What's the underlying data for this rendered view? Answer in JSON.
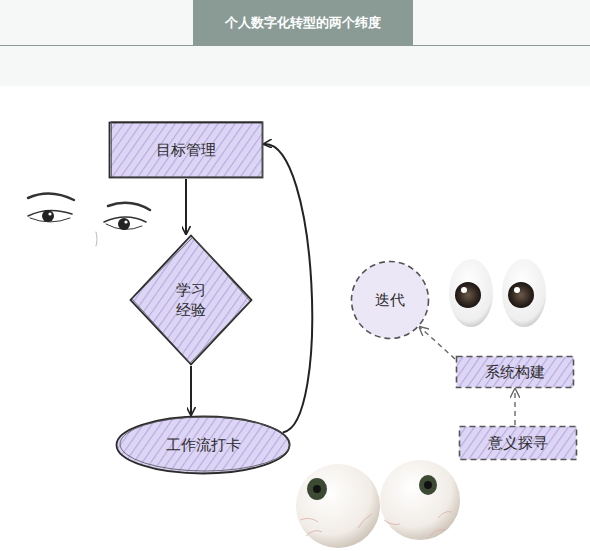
{
  "diagram": {
    "title": "个人数字化转型的两个纬度",
    "nodes": [
      {
        "text": [
          "目标管理"
        ]
      },
      {
        "text": [
          "学习 经验"
        ]
      },
      {
        "text": [
          "工作流打卡"
        ]
      },
      {
        "text": [
          "迭代"
        ]
      },
      {
        "text": [
          "系统构建"
        ]
      },
      {
        "text": [
          "意义探寻"
        ]
      }
    ],
    "edges": [
      {
        "from": 0,
        "to": 1,
        "arrow": "to"
      },
      {
        "from": 1,
        "to": 2,
        "arrow": "to"
      },
      {
        "from": 2,
        "to": 0,
        "arrow": "to"
      },
      {
        "from": 5,
        "to": 4,
        "arrow": "to"
      },
      {
        "from": 4,
        "to": 3,
        "arrow": "to"
      }
    ]
  }
}
